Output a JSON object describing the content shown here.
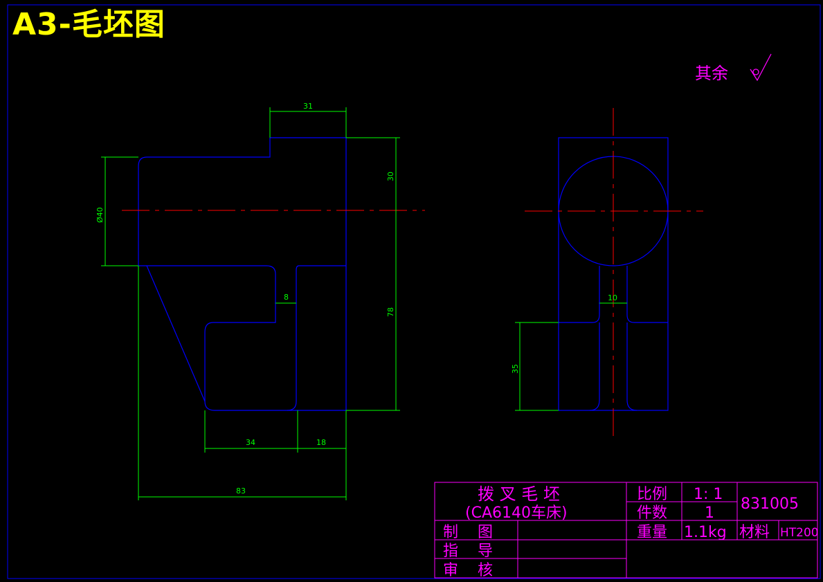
{
  "sheet_title": "A3-毛坯图",
  "roughness_note": "其余",
  "dimensions": {
    "d31": "31",
    "d30": "30",
    "d78": "78",
    "d40": "Ø40",
    "d8": "8",
    "d34": "34",
    "d18": "18",
    "d83": "83",
    "d10": "10",
    "d35": "35"
  },
  "title_block": {
    "part_name": "拨 叉 毛 坯",
    "machine": "(CA6140车床)",
    "scale_label": "比例",
    "scale_value": "1: 1",
    "qty_label": "件数",
    "qty_value": "1",
    "drawing_no": "831005",
    "weight_label": "重量",
    "weight_value": "1.1kg",
    "material_label": "材料",
    "material_value": "HT200",
    "drawn_label": "制    图",
    "guide_label": "指    导",
    "check_label": "审    核"
  },
  "colors": {
    "outline": "#0000ff",
    "dimension": "#00ff00",
    "centerline": "#ff0000",
    "text": "#ff00ff",
    "title": "#ffff00",
    "border": "#0000ff"
  }
}
